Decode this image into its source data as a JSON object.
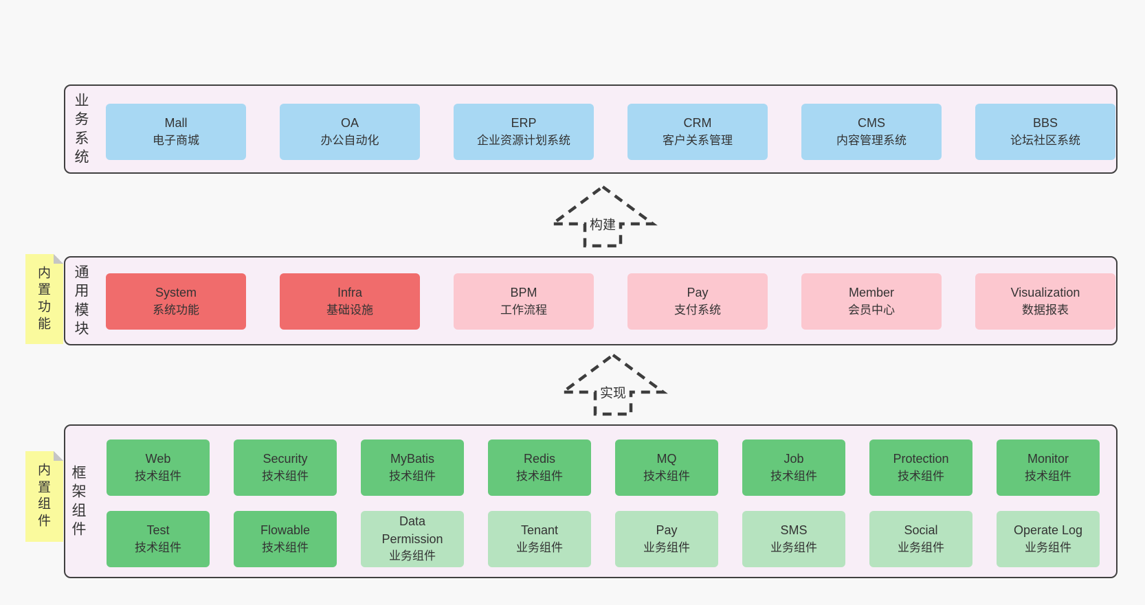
{
  "colors": {
    "page_bg": "#f8f8f8",
    "band_bg": "#f8eef7",
    "band_border": "#404040",
    "blue_box": "#a8d8f3",
    "red_box": "#f06c6c",
    "pink_box": "#fcc7cf",
    "green_box": "#66c87b",
    "green_light_box": "#b6e3bf",
    "sticky_yellow": "#fafa9d",
    "text": "#333333"
  },
  "arrows": [
    {
      "label": "构建"
    },
    {
      "label": "实现"
    }
  ],
  "bands": [
    {
      "label_vertical": "业务系统",
      "boxes": [
        {
          "title": "Mall",
          "subtitle": "电子商城"
        },
        {
          "title": "OA",
          "subtitle": "办公自动化"
        },
        {
          "title": "ERP",
          "subtitle": "企业资源计划系统"
        },
        {
          "title": "CRM",
          "subtitle": "客户关系管理"
        },
        {
          "title": "CMS",
          "subtitle": "内容管理系统"
        },
        {
          "title": "BBS",
          "subtitle": "论坛社区系统"
        }
      ]
    },
    {
      "label_vertical": "通用模块",
      "sticky_note": "内置功能",
      "boxes": [
        {
          "title": "System",
          "subtitle": "系统功能"
        },
        {
          "title": "Infra",
          "subtitle": "基础设施"
        },
        {
          "title": "BPM",
          "subtitle": "工作流程"
        },
        {
          "title": "Pay",
          "subtitle": "支付系统"
        },
        {
          "title": "Member",
          "subtitle": "会员中心"
        },
        {
          "title": "Visualization",
          "subtitle": "数据报表"
        }
      ]
    },
    {
      "label_vertical": "框架组件",
      "sticky_note": "内置组件",
      "rows": [
        [
          {
            "title": "Web",
            "subtitle": "技术组件"
          },
          {
            "title": "Security",
            "subtitle": "技术组件"
          },
          {
            "title": "MyBatis",
            "subtitle": "技术组件"
          },
          {
            "title": "Redis",
            "subtitle": "技术组件"
          },
          {
            "title": "MQ",
            "subtitle": "技术组件"
          },
          {
            "title": "Job",
            "subtitle": "技术组件"
          },
          {
            "title": "Protection",
            "subtitle": "技术组件"
          },
          {
            "title": "Monitor",
            "subtitle": "技术组件"
          }
        ],
        [
          {
            "title": "Test",
            "subtitle": "技术组件"
          },
          {
            "title": "Flowable",
            "subtitle": "技术组件"
          },
          {
            "title": "Data Permission",
            "subtitle": "业务组件"
          },
          {
            "title": "Tenant",
            "subtitle": "业务组件"
          },
          {
            "title": "Pay",
            "subtitle": "业务组件"
          },
          {
            "title": "SMS",
            "subtitle": "业务组件"
          },
          {
            "title": "Social",
            "subtitle": "业务组件"
          },
          {
            "title": "Operate Log",
            "subtitle": "业务组件"
          }
        ]
      ]
    }
  ]
}
